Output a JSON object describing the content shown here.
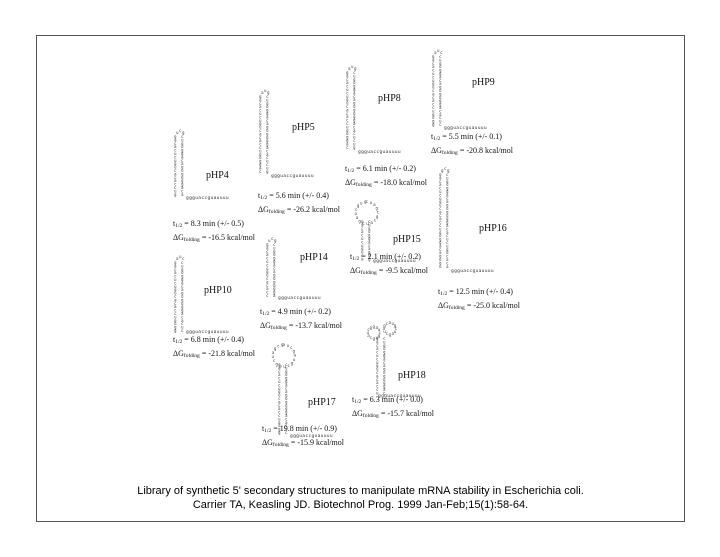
{
  "constructs": [
    {
      "id": "pHP4",
      "name": "pHP4",
      "t_half": "8.3 min (+/- 0.5)",
      "dg": "-16.5 kcal/mol",
      "tail": "ggguaccguauuuu",
      "loop": "small"
    },
    {
      "id": "pHP5",
      "name": "pHP5",
      "t_half": "5.6 min (+/- 0.4)",
      "dg": "-26.2 kcal/mol",
      "tail": "ggguaccguauuuu",
      "loop": "small"
    },
    {
      "id": "pHP8",
      "name": "pHP8",
      "t_half": "6.1 min (+/- 0.2)",
      "dg": "-18.0 kcal/mol",
      "tail": "ggguaccguauuuu",
      "loop": "small"
    },
    {
      "id": "pHP9",
      "name": "pHP9",
      "t_half": "5.5 min (+/- 0.1)",
      "dg": "-20.8 kcal/mol",
      "tail": "ggguaccguauuuu",
      "loop": "small"
    },
    {
      "id": "pHP15",
      "name": "pHP15",
      "t_half": "2.1 min (+/- 0.2)",
      "dg": "-9.5 kcal/mol",
      "tail": "ggguaccguauuuu",
      "loop": "large"
    },
    {
      "id": "pHP16",
      "name": "pHP16",
      "t_half": "12.5 min (+/- 0.4)",
      "dg": "-25.0 kcal/mol",
      "tail": "ggguaccguauuuu",
      "loop": "small"
    },
    {
      "id": "pHP10",
      "name": "pHP10",
      "t_half": "6.8 min (+/- 0.4)",
      "dg": "-21.8 kcal/mol",
      "tail": "ggguaccguauuuu",
      "loop": "small"
    },
    {
      "id": "pHP14",
      "name": "pHP14",
      "t_half": "4.9 min (+/- 0.2)",
      "dg": "-13.7 kcal/mol",
      "tail": "ggguaccguauuuu",
      "loop": "small"
    },
    {
      "id": "pHP17",
      "name": "pHP17",
      "t_half": "19.8 min (+/- 0.9)",
      "dg": "-15.9 kcal/mol",
      "tail": "ggguaccguauuuu",
      "loop": "large"
    },
    {
      "id": "pHP18",
      "name": "pHP18",
      "t_half": "6.3 min (+/- 0.0)",
      "dg": "-15.7 kcal/mol",
      "tail": "ggguaccguauuuu",
      "loop": "double"
    }
  ],
  "labels": {
    "t_symbol": "t",
    "t_sub": "1/2",
    "dg_symbol": "ΔG",
    "dg_sub": "folding",
    "equals": " = "
  },
  "caption": {
    "line1": "Library of synthetic 5' secondary structures to manipulate mRNA stability in Escherichia coli.",
    "line2": "Carrier TA, Keasling JD. Biotechnol Prog. 1999 Jan-Feb;15(1):58-64."
  }
}
